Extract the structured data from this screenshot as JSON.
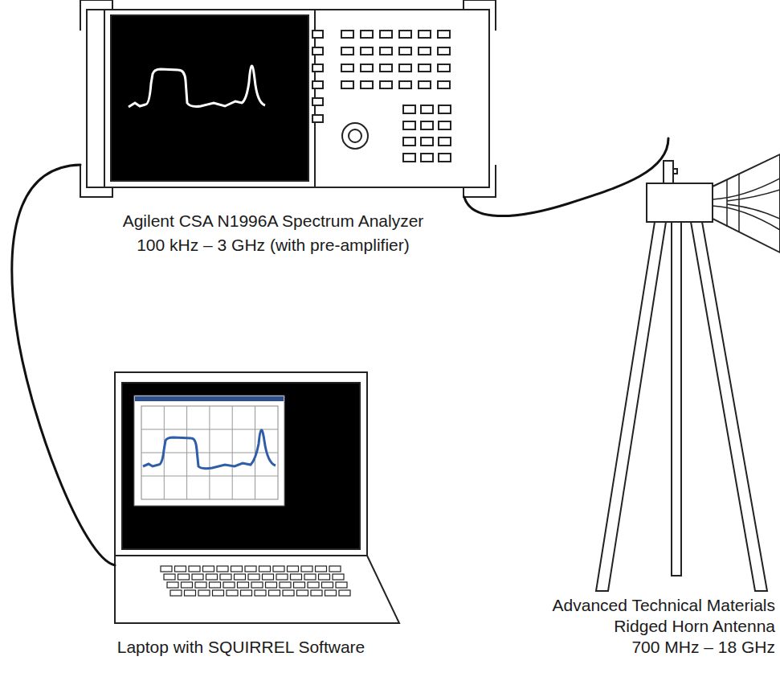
{
  "diagram": {
    "nodes": [
      {
        "text": [
          "Agilent CSA N1996A Spectrum Analyzer",
          "100 kHz – 3 GHz (with pre-amplifier)"
        ]
      },
      {
        "text": [
          "Laptop with SQUIRREL Software"
        ]
      },
      {
        "text": [
          "Advanced Technical Materials",
          "Ridged Horn Antenna",
          "700 MHz – 18 GHz"
        ]
      }
    ],
    "edges": [
      {
        "from": 0,
        "to": 1,
        "arrow": "none"
      },
      {
        "from": 0,
        "to": 2,
        "arrow": "none"
      }
    ]
  }
}
